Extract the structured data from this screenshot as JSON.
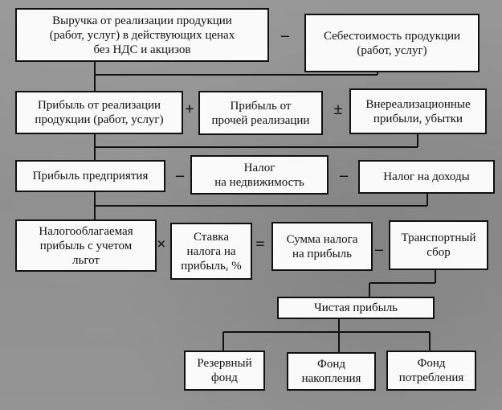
{
  "boxes": {
    "revenue": "Выручка от реализации продукции\n(работ, услуг) в действующих ценах\nбез НДС и акцизов",
    "cost": "Себестоимость продукции\n(работ, услуг)",
    "sales_profit": "Прибыль от реализации\nпродукции (работ, услуг)",
    "other_sales_profit": "Прибыль от\nпрочей реализации",
    "non_operating": "Внереализационные\nприбыли, убытки",
    "enterprise_profit": "Прибыль предприятия",
    "property_tax": "Налог\nна недвижимость",
    "income_tax": "Налог на доходы",
    "taxable_profit": "Налогооблагаемая\nприбыль с учетом\nльгот",
    "tax_rate": "Ставка\nналога на\nприбыль, %",
    "tax_amount": "Сумма налога\nна прибыль",
    "transport_fee": "Транспортный\nсбор",
    "net_profit": "Чистая прибыль",
    "reserve_fund": "Резервный\nфонд",
    "accumulation_fund": "Фонд\nнакопления",
    "consumption_fund": "Фонд\nпотребления"
  },
  "operators": {
    "minus_1": "–",
    "plus_2": "+",
    "plusminus_2": "±",
    "minus_3a": "–",
    "minus_3b": "–",
    "multiply_4": "×",
    "equals_4": "=",
    "minus_4": "–"
  }
}
